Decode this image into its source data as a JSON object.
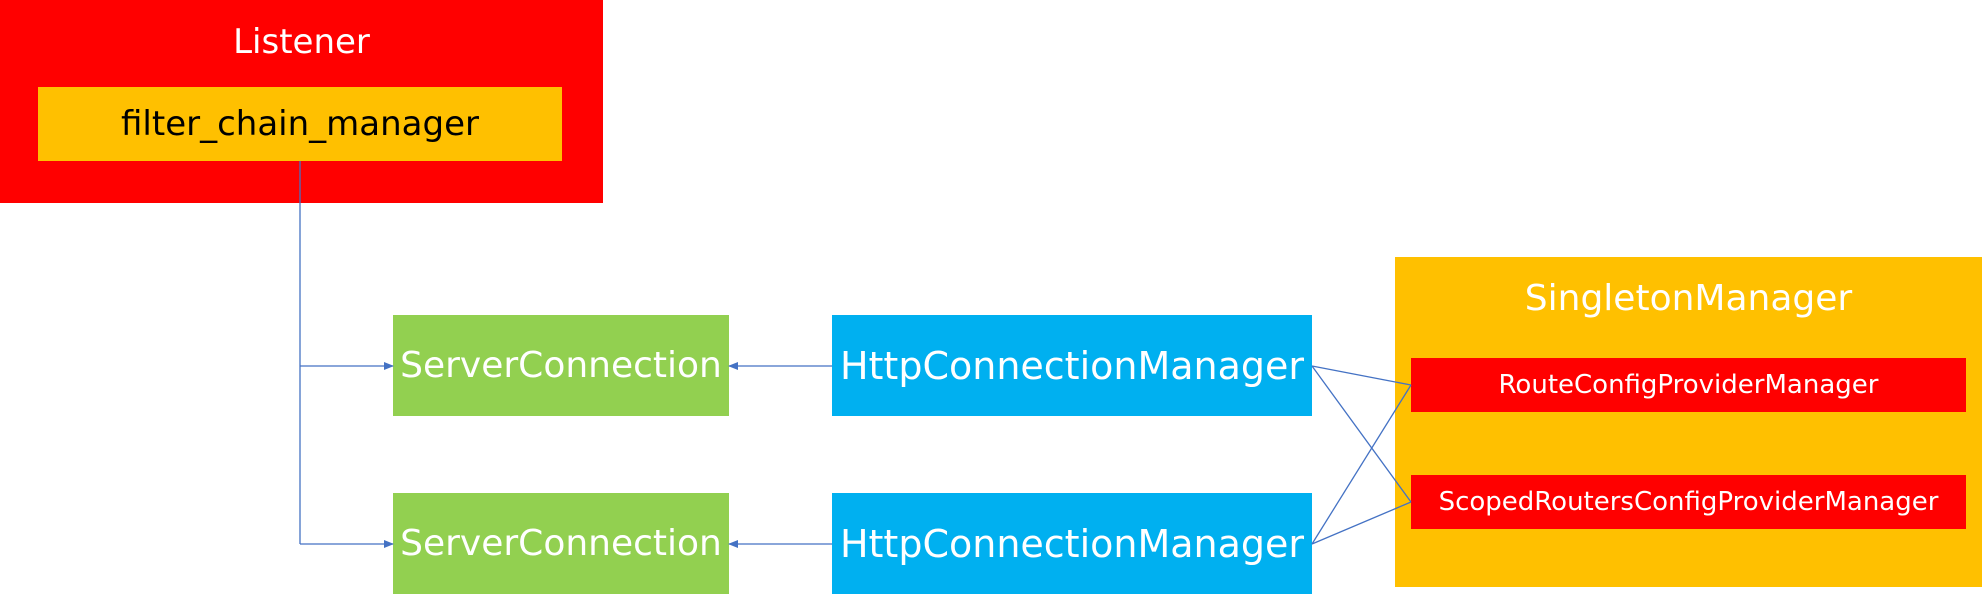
{
  "listener": {
    "title": "Listener",
    "filter_chain_manager": "filter_chain_manager"
  },
  "server_connections": [
    "ServerConnection",
    "ServerConnection"
  ],
  "http_connection_managers": [
    "HttpConnectionManager",
    "HttpConnectionManager"
  ],
  "singleton_manager": {
    "title": "SingletonManager",
    "route_config_provider_manager": "RouteConfigProviderManager",
    "scoped_routers_config_provider_manager": "ScopedRoutersConfigProviderManager"
  },
  "colors": {
    "listener": "#ff0000",
    "filter_chain_manager": "#ffc000",
    "server_connection": "#92d050",
    "http_connection_manager": "#00b0f0",
    "singleton_manager": "#ffc000",
    "provider_manager": "#ff0000",
    "connector_line": "#4472c4"
  }
}
